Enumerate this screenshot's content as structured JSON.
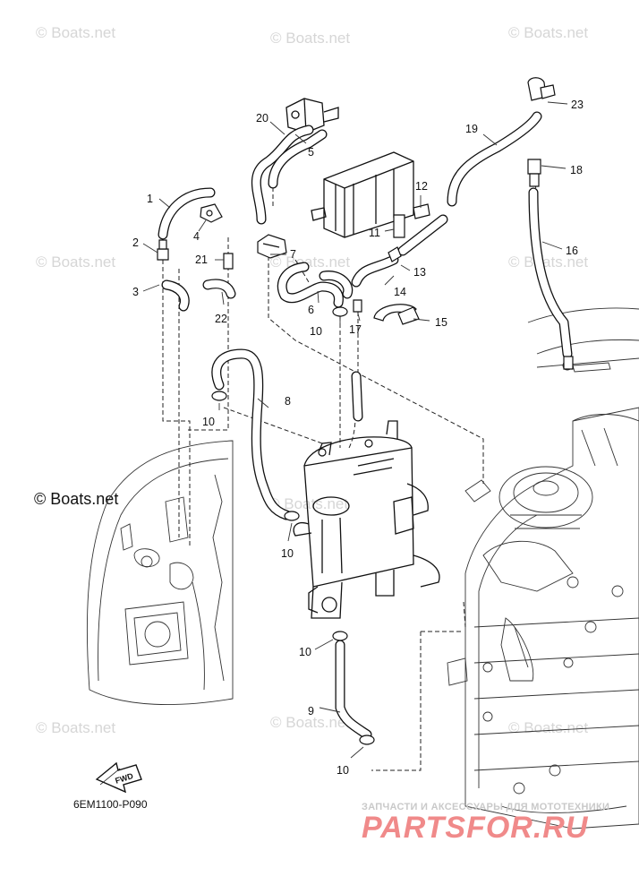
{
  "watermarks": {
    "tl": "© Boats.net",
    "tc": "© Boats.net",
    "tr": "© Boats.net",
    "ml": "© Boats.net",
    "mc": "© Boats.net",
    "mr": "© Boats.net",
    "big": "© Boats.net",
    "lc": "© Boats.net",
    "bl": "© Boats.net",
    "bc": "© Boats.net",
    "br": "© Boats.net"
  },
  "diagram_code": "6EM1100-P090",
  "fwd_label": "FWD",
  "branding": {
    "subtitle": "ЗАПЧАСТИ И АКСЕССУАРЫ ДЛЯ МОТОТЕХНИКИ",
    "logo": "PARTSFOR.RU"
  },
  "callouts": {
    "c1": "1",
    "c2": "2",
    "c3": "3",
    "c4": "4",
    "c5": "5",
    "c6": "6",
    "c7": "7",
    "c8": "8",
    "c9": "9",
    "c10a": "10",
    "c10b": "10",
    "c10c": "10",
    "c10d": "10",
    "c10e": "10",
    "c11": "11",
    "c12": "12",
    "c13": "13",
    "c14": "14",
    "c15": "15",
    "c16": "16",
    "c17": "17",
    "c18": "18",
    "c19": "19",
    "c20": "20",
    "c21": "21",
    "c22": "22",
    "c23": "23"
  },
  "accent_colors": {
    "line": "#111111",
    "watermark": "#d6d6d6",
    "brand_red": "#f08a8a"
  }
}
